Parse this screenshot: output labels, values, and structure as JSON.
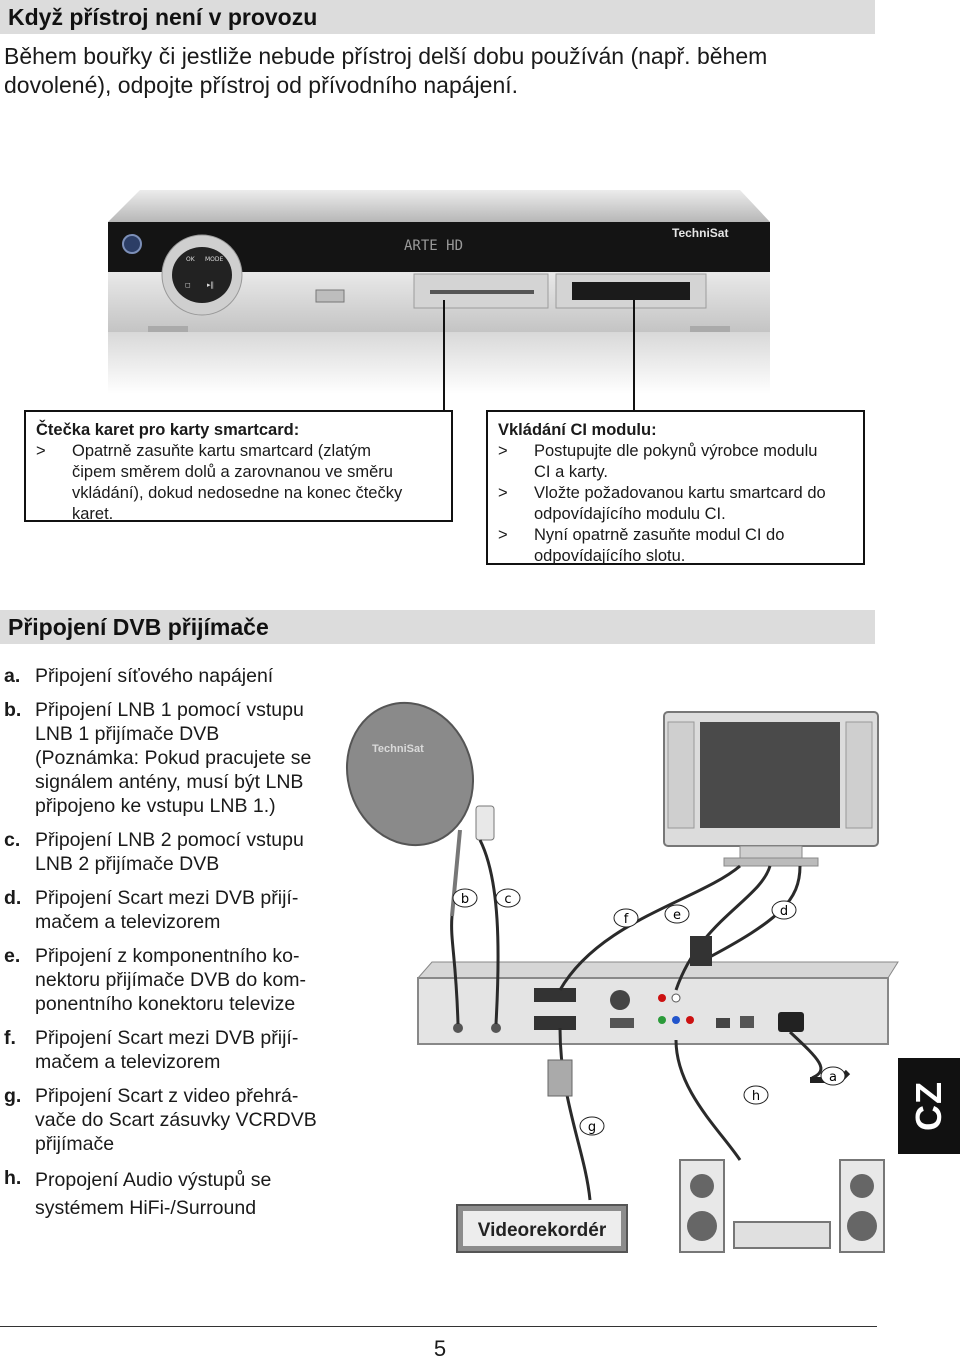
{
  "section1": {
    "title": "Když přístroj není v provozu",
    "text_lines": [
      "Během bouřky či jestliže nebude přístroj delší dobu používán (např. během",
      "dovolené), odpojte přístroj od přívodního napájení."
    ]
  },
  "device": {
    "display_text": "ARTE HD",
    "brand": "TechniSat",
    "btn_ok": "OK",
    "btn_mode": "MODE"
  },
  "smartcard_box": {
    "title": "Čtečka karet pro karty smartcard:",
    "marker": ">",
    "lines": [
      "Opatrně zasuňte kartu smartcard (zlatým",
      "čipem směrem dolů a zarovnanou ve směru",
      "vkládání), dokud nedosedne na konec čtečky",
      "karet."
    ]
  },
  "ci_box": {
    "title": "Vkládání CI modulu:",
    "marker": ">",
    "items": [
      {
        "lines": [
          "Postupujte dle pokynů výrobce modulu",
          "CI a karty."
        ]
      },
      {
        "lines": [
          "Vložte požadovanou kartu smartcard do",
          "odpovídajícího modulu CI."
        ]
      },
      {
        "lines": [
          "Nyní opatrně zasuňte modul CI do",
          "odpovídajícího slotu."
        ]
      }
    ]
  },
  "section2": {
    "title": "Připojení DVB přijímače"
  },
  "connections": [
    {
      "letter": "a.",
      "lines": [
        "Připojení síťového napájení"
      ]
    },
    {
      "letter": "b.",
      "lines": [
        "Připojení LNB 1 pomocí vstupu",
        "LNB 1 přijímače DVB",
        "(Poznámka: Pokud pracujete se",
        "signálem antény, musí být LNB",
        "připojeno ke vstupu LNB 1.)"
      ]
    },
    {
      "letter": "c.",
      "lines": [
        "Připojení LNB 2 pomocí vstupu",
        "LNB 2 přijímače DVB"
      ]
    },
    {
      "letter": "d.",
      "lines": [
        "Připojení Scart mezi DVB přijí-",
        "mačem a televizorem"
      ]
    },
    {
      "letter": "e.",
      "lines": [
        "Připojení z komponentního ko-",
        "nektoru přijímače DVB do kom-",
        "ponentního konektoru televize"
      ]
    },
    {
      "letter": "f.",
      "lines": [
        "Připojení Scart mezi DVB přijí-",
        "mačem a televizorem"
      ]
    },
    {
      "letter": "g.",
      "lines": [
        "Připojení Scart z video přehrá-",
        "vače do Scart zásuvky VCRDVB",
        "přijímače"
      ]
    },
    {
      "letter": "h.",
      "lines": [
        "Propojení Audio výstupů se",
        "systémem HiFi-/Surround"
      ]
    }
  ],
  "diagram": {
    "dish_brand": "TechniSat",
    "labels": {
      "a": "a",
      "b": "b",
      "c": "c",
      "d": "d",
      "e": "e",
      "f": "f",
      "g": "g",
      "h": "h"
    },
    "vcr_label": "Videorekordér"
  },
  "side_tab": "CZ",
  "page_number": "5"
}
